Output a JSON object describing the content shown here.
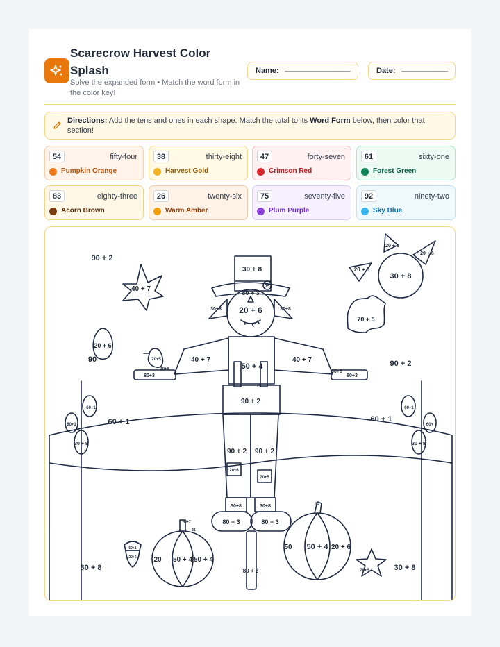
{
  "header": {
    "title": "Scarecrow Harvest Color Splash",
    "subtitle": "Solve the expanded form • Match the word form in the color key!",
    "name_label": "Name:",
    "date_label": "Date:",
    "logo_icon": "sparkle-icon"
  },
  "directions": {
    "label": "Directions:",
    "text_before": " Add the tens and ones in each shape. Match the total to its ",
    "emphasis": "Word Form",
    "text_after": " below, then color that section!",
    "icon": "pencil-icon"
  },
  "color_key": [
    {
      "number": "54",
      "word": "fifty-four",
      "color_name": "Pumpkin Orange",
      "color": "#f07a1a",
      "text_color": "#b45309",
      "bg": "#fff3ea",
      "border": "#f8cfae"
    },
    {
      "number": "38",
      "word": "thirty-eight",
      "color_name": "Harvest Gold",
      "color": "#f4b324",
      "text_color": "#8a5a06",
      "bg": "#fff9e6",
      "border": "#f5dd91"
    },
    {
      "number": "47",
      "word": "forty-seven",
      "color_name": "Crimson Red",
      "color": "#d9262c",
      "text_color": "#b91c1c",
      "bg": "#fff0f1",
      "border": "#f5c2c5"
    },
    {
      "number": "61",
      "word": "sixty-one",
      "color_name": "Forest Green",
      "color": "#12875a",
      "text_color": "#065f46",
      "bg": "#ecfaf3",
      "border": "#b4e6cd"
    },
    {
      "number": "83",
      "word": "eighty-three",
      "color_name": "Acorn Brown",
      "color": "#7c3f12",
      "text_color": "#5b2d0c",
      "bg": "#fff8e6",
      "border": "#f0d58a"
    },
    {
      "number": "26",
      "word": "twenty-six",
      "color_name": "Warm Amber",
      "color": "#f59e0b",
      "text_color": "#92400e",
      "bg": "#fff2e6",
      "border": "#f5c9a3"
    },
    {
      "number": "75",
      "word": "seventy-five",
      "color_name": "Plum Purple",
      "color": "#8b3fdb",
      "text_color": "#6d28d9",
      "bg": "#f7f1ff",
      "border": "#ddc9f7"
    },
    {
      "number": "92",
      "word": "ninety-two",
      "color_name": "Sky Blue",
      "color": "#38b6f0",
      "text_color": "#0369a1",
      "bg": "#eef8fd",
      "border": "#bfe3f5"
    }
  ],
  "picture_labels": {
    "t_90_2": "90 + 2",
    "t_40_7": "40 + 7",
    "t_30_8": "30 + 8",
    "t_80_3": "80 + 3",
    "t_20_6": "20 + 6",
    "t_70_5": "70 + 5",
    "t_60_1": "60 + 1",
    "t_50_4": "50 + 4",
    "t_90": "90",
    "t_20": "20",
    "t_50": "50",
    "t_75": "75",
    "t_20p6": "20+6",
    "t_70p5": "70+5",
    "t_30p8": "30+8",
    "t_80p3": "80+3",
    "t_60p1": "60+1",
    "t_40p7": "40+7",
    "t_50p4": "50+4",
    "t_20p": "20+",
    "t_60p": "60+",
    "t_83": "83",
    "t_61": "61",
    "t_70": "70"
  }
}
